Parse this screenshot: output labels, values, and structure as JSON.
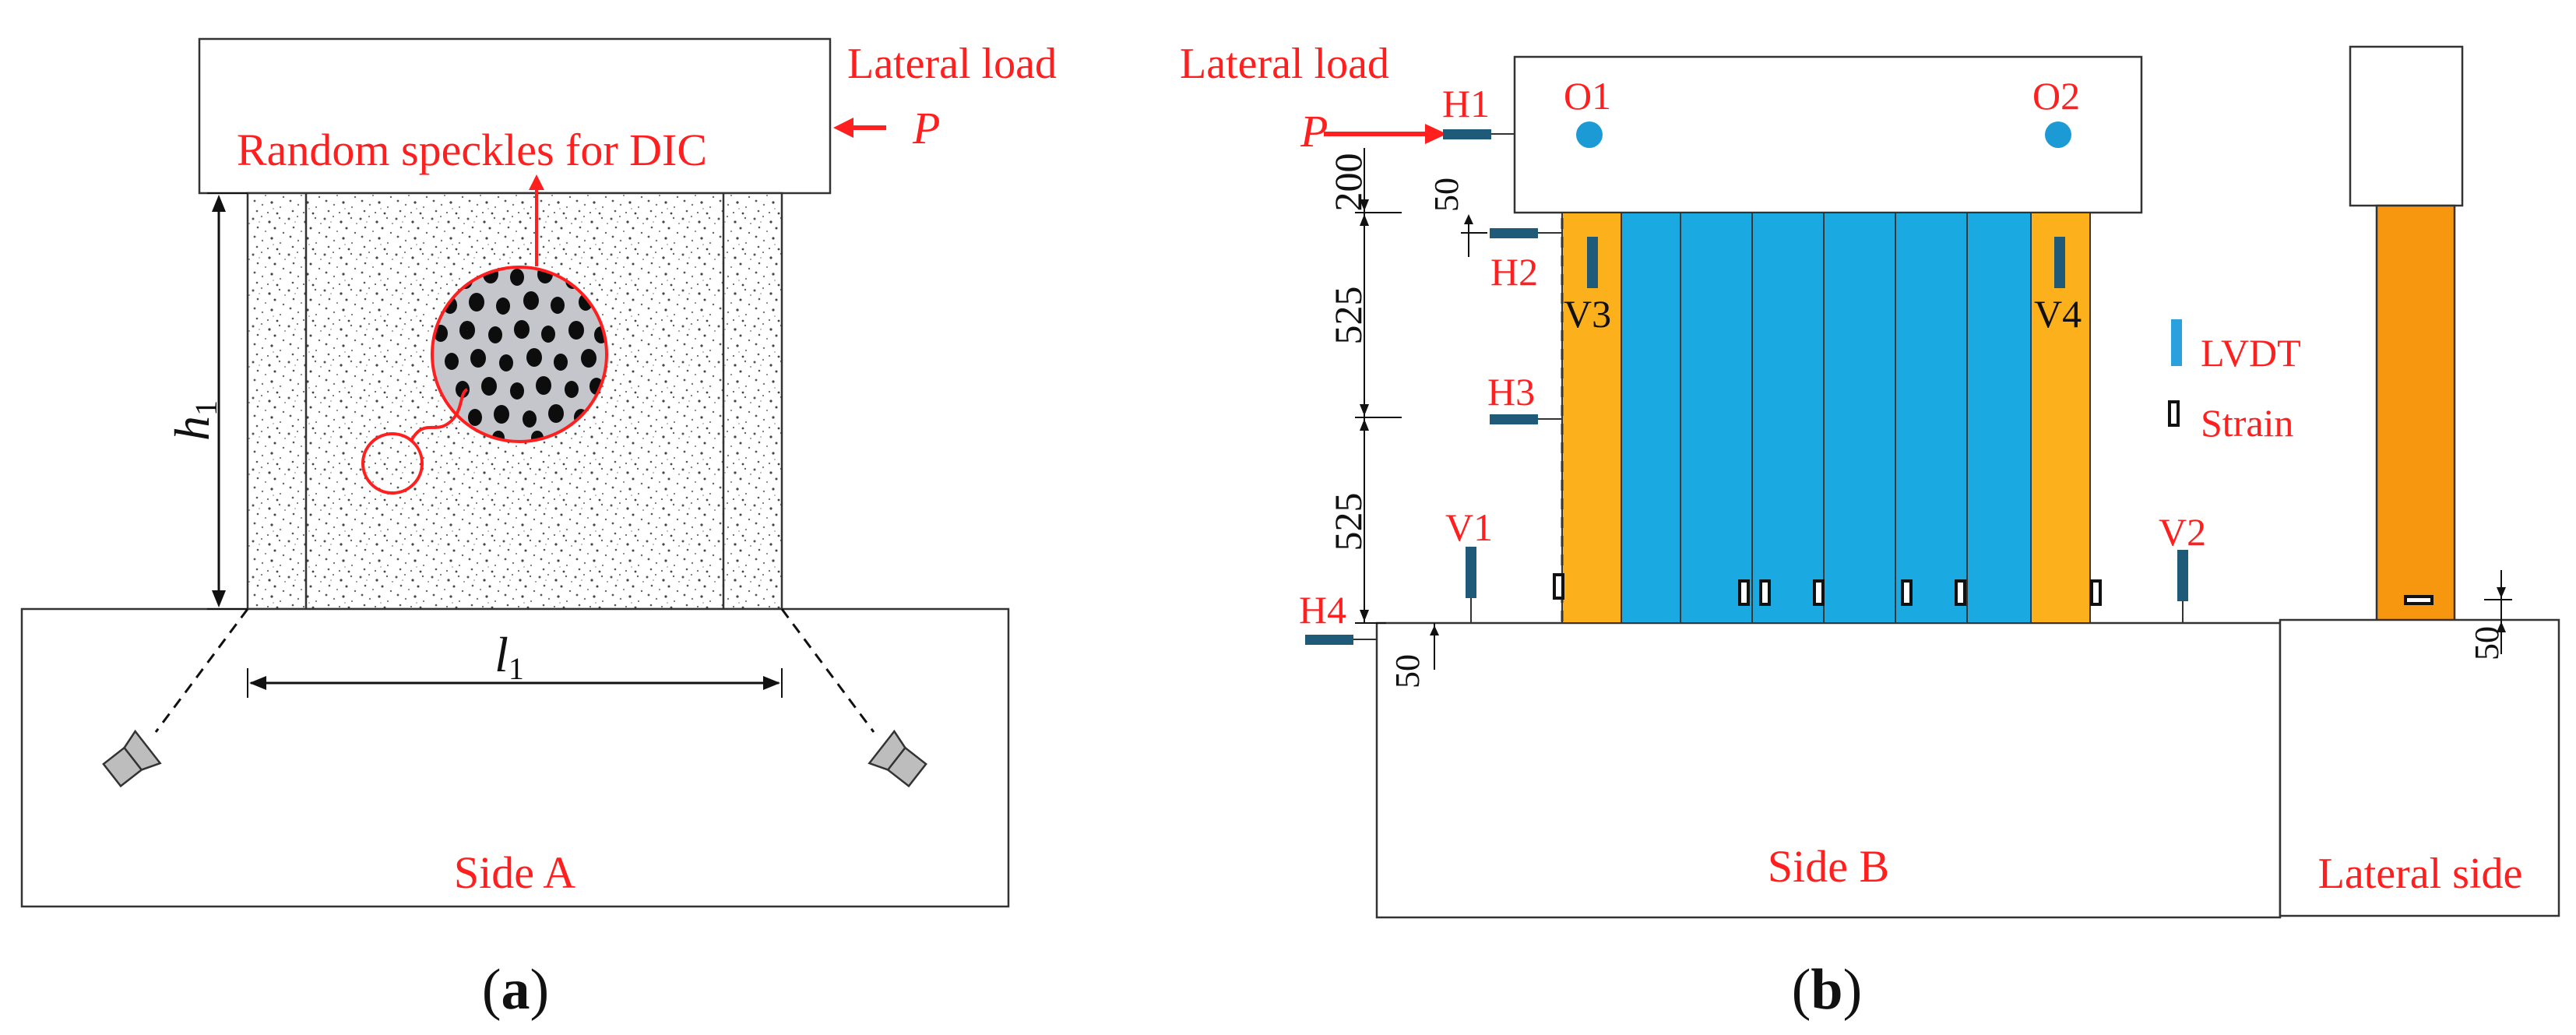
{
  "panel_a": {
    "lateral_load": "Lateral load",
    "load_symbol": "P",
    "speckle_label": "Random speckles for DIC",
    "height_symbol": "h",
    "height_subscript": "1",
    "length_symbol": "l",
    "length_subscript": "1",
    "side_label": "Side A",
    "caption": "(a)",
    "caption_open": "(",
    "caption_letter": "a",
    "caption_close": ")"
  },
  "panel_b": {
    "lateral_load": "Lateral load",
    "load_symbol": "P",
    "dims": {
      "beam": "200",
      "h2_offset": "50",
      "upper": "525",
      "lower": "525",
      "h4_offset": "50",
      "lateral_offset": "50"
    },
    "sensors": {
      "h1": "H1",
      "h2": "H2",
      "h3": "H3",
      "h4": "H4",
      "v1": "V1",
      "v2": "V2",
      "v3": "V3",
      "v4": "V4",
      "o1": "O1",
      "o2": "O2"
    },
    "legend": {
      "lvdt": "LVDT",
      "strain": "Strain"
    },
    "side_label": "Side B",
    "lateral_side_label": "Lateral side",
    "caption": "(b)",
    "caption_open": "(",
    "caption_letter": "b",
    "caption_close": ")"
  },
  "colors": {
    "annotation": "#ff1f1f",
    "orange_post": "#fbb01c",
    "blue_panel": "#1aa9e0",
    "sensor": "#1f5a78",
    "lvdt_legend": "#2aa1de",
    "marker": "#1c9ad6",
    "lateral_column": "#f7960f"
  },
  "icons": [
    "camera-icon",
    "arrow-left-icon",
    "arrow-right-icon"
  ]
}
